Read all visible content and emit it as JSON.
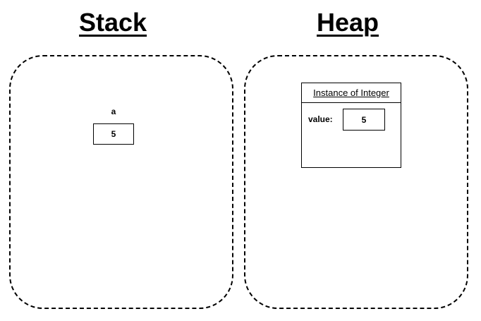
{
  "stack": {
    "title": "Stack",
    "variables": [
      {
        "name": "a",
        "value": "5"
      }
    ]
  },
  "heap": {
    "title": "Heap",
    "objects": [
      {
        "header": "Instance of Integer",
        "fields": [
          {
            "label": "value:",
            "value": "5"
          }
        ]
      }
    ]
  }
}
